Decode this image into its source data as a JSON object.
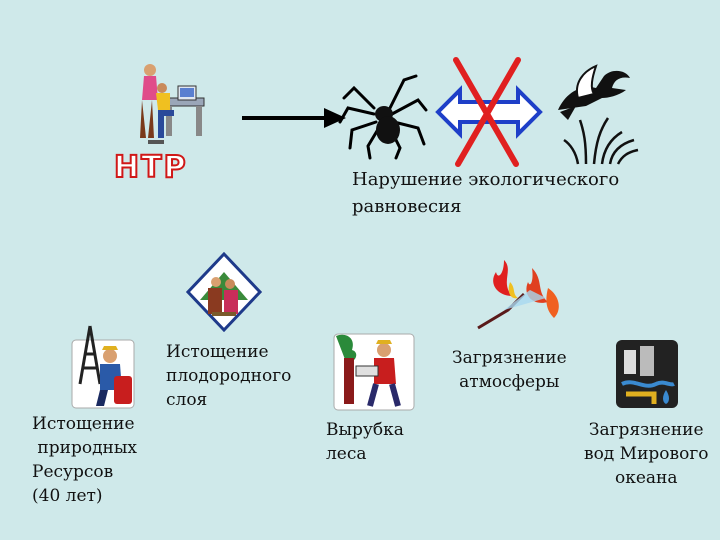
{
  "ntp_label": "НТР",
  "disruption_label": "Нарушение экологического\nравновесия",
  "items": [
    {
      "label": "Истощение\n природных\nРесурсов\n(40 лет)"
    },
    {
      "label": "Истощение\nплодородного\nслоя"
    },
    {
      "label": "Вырубка\nлеса"
    },
    {
      "label": "Загрязнение\nатмосферы"
    },
    {
      "label": "Загрязнение\nвод Мирового\nокеана"
    }
  ],
  "icons": [
    "people-at-computer-icon",
    "spider-icon",
    "crossed-double-arrow-icon",
    "duck-in-reeds-icon",
    "oil-worker-icon",
    "farmers-icon",
    "lumberjack-icon",
    "fire-icon",
    "water-pollution-icon"
  ],
  "colors": {
    "background": "#cfe9ea",
    "cross": "#e02020",
    "arrow_blue": "#1e3fc8",
    "ntp_red": "#d01818"
  }
}
